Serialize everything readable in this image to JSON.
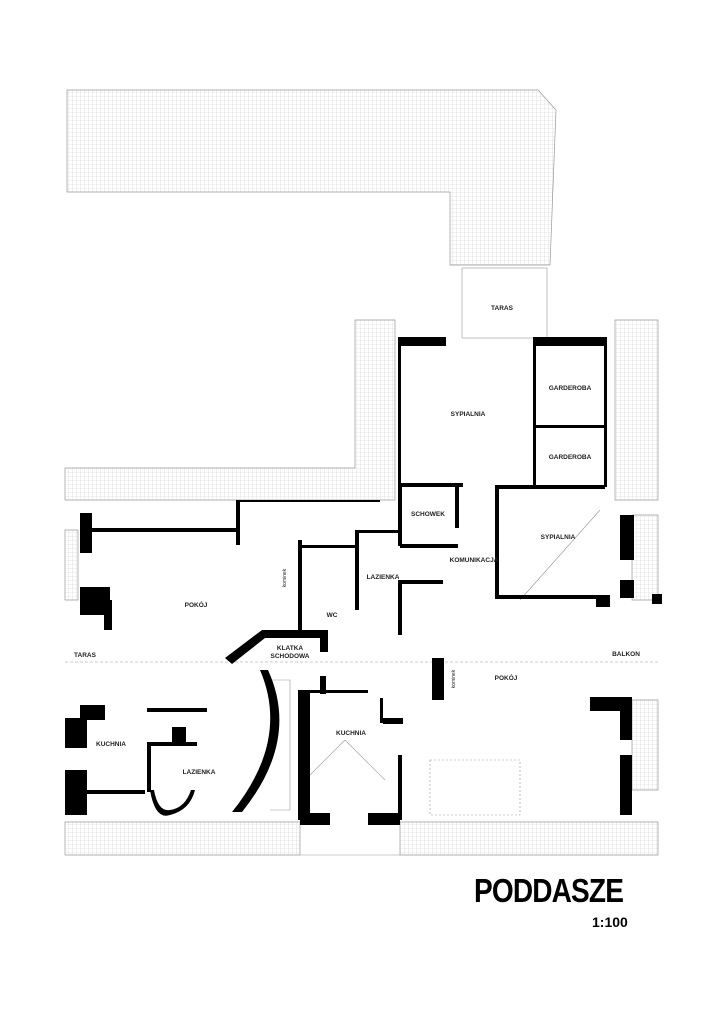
{
  "plan": {
    "title": "PODDASZE",
    "scale": "1:100",
    "rooms": {
      "taras_top": "TARAS",
      "sypialnia_top": "SYPIALNIA",
      "garderoba_1": "GARDEROBA",
      "garderoba_2": "GARDEROBA",
      "schowek": "SCHOWEK",
      "sypialnia_right": "SYPIALNIA",
      "komunikacja": "KOMUNIKACJA",
      "lazienka_center": "LAZIENKA",
      "wc": "WC",
      "klatka_1": "KLATKA",
      "klatka_2": "SCHODOWA",
      "pokoj_left": "POKÓJ",
      "kominek_left": "kominek",
      "taras_left": "TARAS",
      "kuchnia_left": "KUCHNIA",
      "lazienka_left": "LAZIENKA",
      "kuchnia_center": "KUCHNIA",
      "pokoj_right": "POKÓJ",
      "kominek_right": "kominek",
      "balkon": "BALKON"
    },
    "colors": {
      "wall": "#000000",
      "roof_hatch": "#cfcfcf",
      "line": "#888888"
    }
  }
}
